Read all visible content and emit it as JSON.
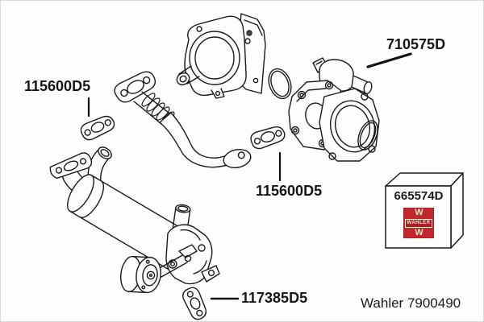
{
  "diagram": {
    "labels": {
      "gasket_top_left": "115600D5",
      "egr_valve": "710575D",
      "gasket_middle": "115600D5",
      "gasket_bottom": "117385D5"
    },
    "box": {
      "part_number": "665574D",
      "brand_logo_text": "WAHLER",
      "brand_crest_glyph": "W"
    },
    "footer_text": "Wahler 7900490",
    "colors": {
      "line": "#1a1a1a",
      "background": "#fdfdfd",
      "logo_red": "#c1272d",
      "logo_text": "#f7eddc"
    }
  }
}
